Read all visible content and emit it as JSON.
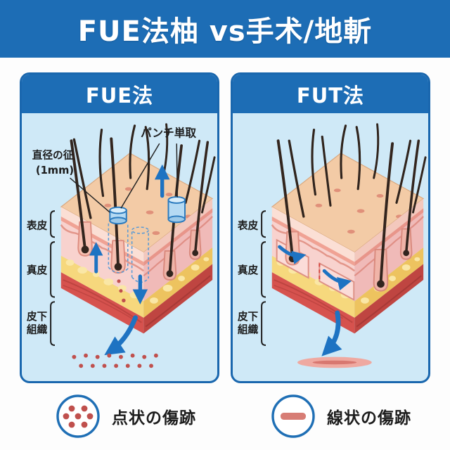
{
  "title": "FUE法柚 vs手术/地斬",
  "colors": {
    "header_blue": "#1d6db5",
    "panel_bg": "#cfe9f7",
    "panel_border": "#1a67ae",
    "arrow_blue": "#1e73c2",
    "scar_red": "#c0504d",
    "skin_top": "#f3cba6",
    "dermis_pink": "#f8d2ce",
    "fat_yellow": "#f6d87d",
    "muscle_red": "#d6524e"
  },
  "panels": {
    "fue": {
      "header": "FUE法",
      "labels": {
        "punch": "パンチ単取",
        "diameter_line1": "直径の征",
        "diameter_line2": "(1mm)",
        "epidermis": "表皮",
        "dermis": "真皮",
        "subcutaneous_line1": "皮下",
        "subcutaneous_line2": "組織"
      }
    },
    "fut": {
      "header": "FUT法",
      "labels": {
        "epidermis": "表皮",
        "dermis": "真皮",
        "subcutaneous_line1": "皮下",
        "subcutaneous_line2": "組織"
      }
    }
  },
  "legend": {
    "dot_scar": "点状の傷跡",
    "line_scar": "線状の傷跡"
  }
}
